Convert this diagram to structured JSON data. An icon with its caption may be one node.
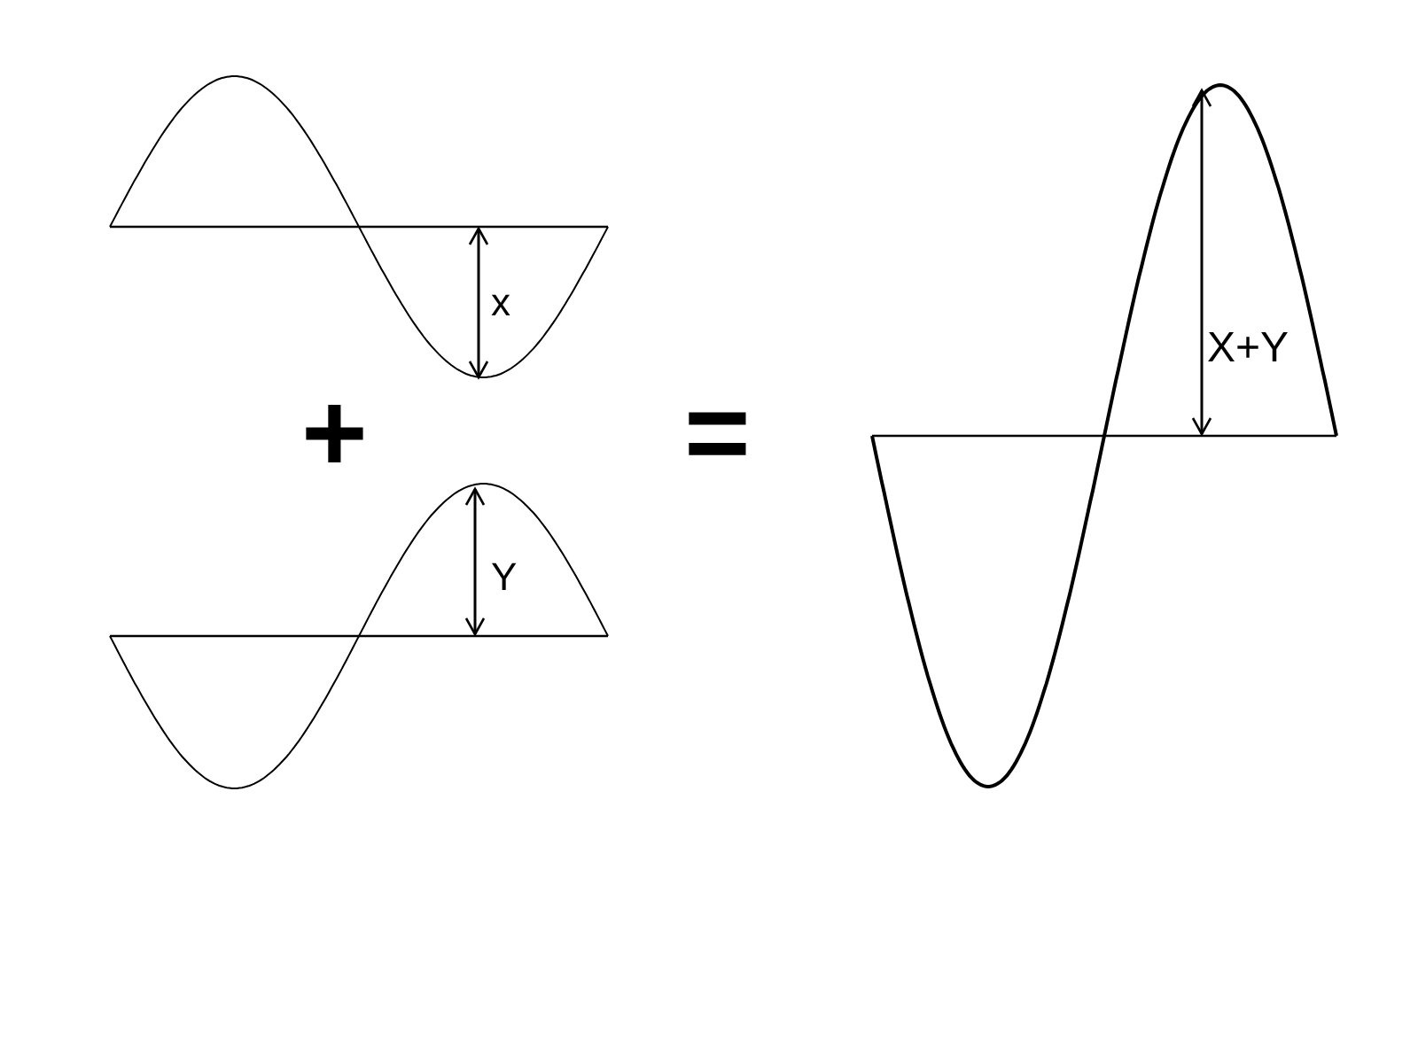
{
  "diagram": {
    "labels": [
      "x",
      "X+Y",
      "+",
      "=",
      "Y"
    ]
  }
}
